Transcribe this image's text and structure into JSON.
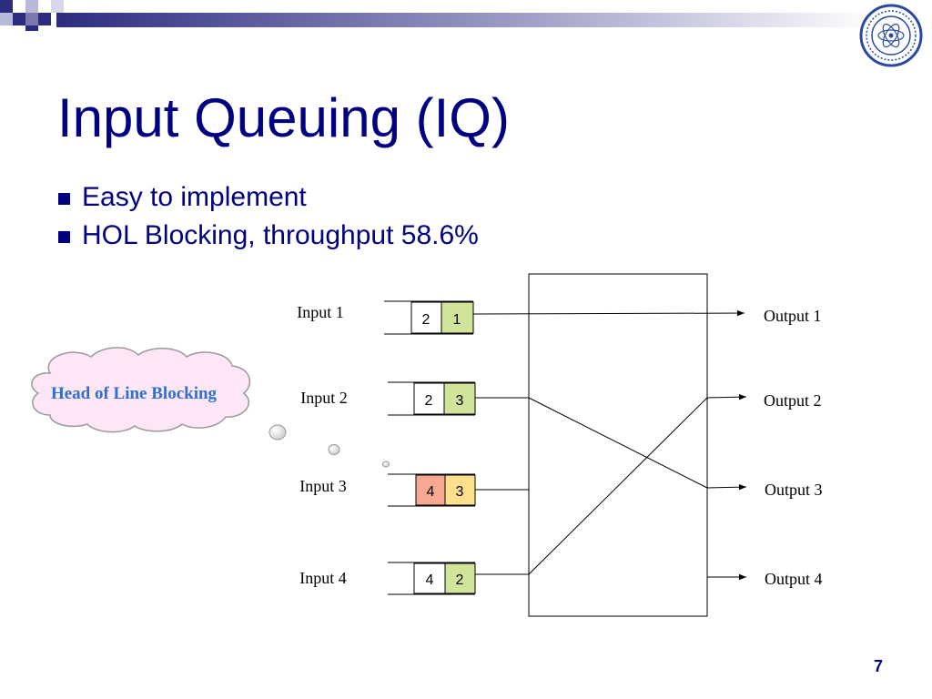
{
  "slide": {
    "title": "Input Queuing (IQ)",
    "bullets": [
      "Easy to implement",
      "HOL Blocking, throughput 58.6%"
    ],
    "page_number": "7"
  },
  "callout": {
    "text": "Head of Line Blocking"
  },
  "inputs": [
    {
      "label": "Input 1",
      "queue": [
        "2",
        "1"
      ]
    },
    {
      "label": "Input 2",
      "queue": [
        "2",
        "3"
      ]
    },
    {
      "label": "Input 3",
      "queue": [
        "4",
        "3"
      ]
    },
    {
      "label": "Input 4",
      "queue": [
        "4",
        "2"
      ]
    }
  ],
  "outputs": [
    "Output 1",
    "Output 2",
    "Output 3",
    "Output 4"
  ],
  "colors": {
    "title": "#000080",
    "callout_fill": "#fde6f6",
    "callout_text": "#2f6fd0",
    "cell_green": "#d2e39a",
    "cell_salmon": "#f8a890",
    "cell_yellow": "#fddf8e"
  },
  "icons": [
    "university-seal-icon",
    "square-bullet-icon"
  ]
}
